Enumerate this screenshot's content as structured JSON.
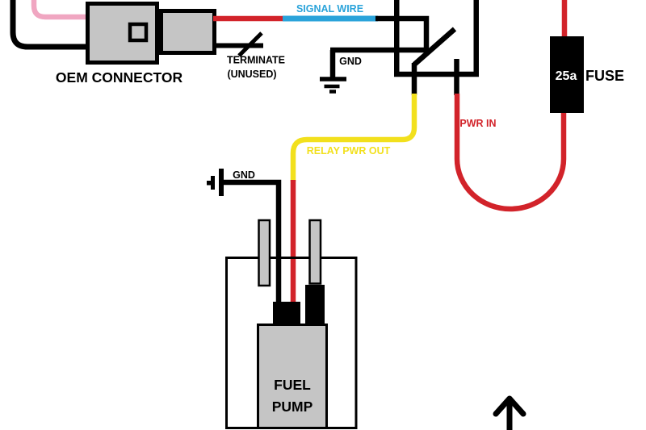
{
  "colors": {
    "black": "#000000",
    "white": "#ffffff",
    "signal_blue": "#2aa3da",
    "power_red": "#d2232a",
    "relay_out_yellow": "#f2e01d",
    "oem_pink": "#f0a6c1",
    "component_gray": "#c5c5c5"
  },
  "oem_connector": {
    "label": "OEM CONNECTOR"
  },
  "signal": {
    "label": "SIGNAL WIRE"
  },
  "terminate": {
    "line1": "TERMINATE",
    "line2": "(UNUSED)"
  },
  "relay": {
    "gnd_label": "GND"
  },
  "power": {
    "pwr_in_label": "PWR IN",
    "relay_out_label": "RELAY PWR OUT"
  },
  "fuse": {
    "rating": "25a",
    "label": "FUSE"
  },
  "fuel_pump": {
    "gnd_label": "GND",
    "name_line1": "FUEL",
    "name_line2": "PUMP"
  }
}
